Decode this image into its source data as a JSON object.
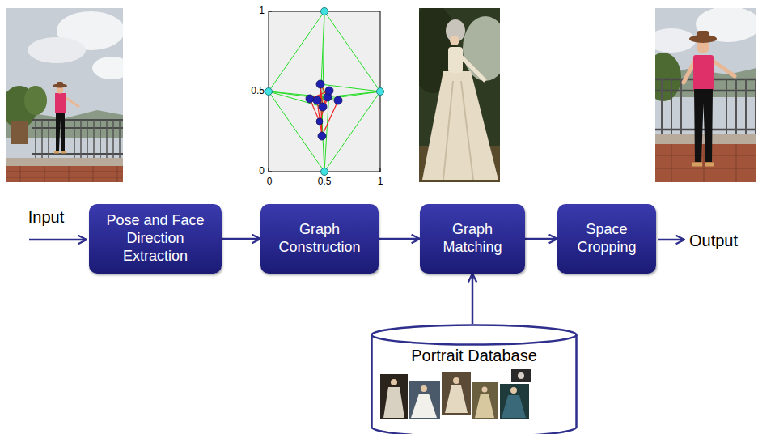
{
  "diagram": {
    "nodes": [
      {
        "text": [
          "Pose and Face Direction Extraction"
        ]
      },
      {
        "text": [
          "Graph Construction"
        ]
      },
      {
        "text": [
          "Graph Matching"
        ]
      },
      {
        "text": [
          "Space Cropping"
        ]
      },
      {
        "text": [
          "Portrait Database"
        ]
      }
    ],
    "edges": [
      {
        "from": 0,
        "to": 1,
        "arrow": "to"
      },
      {
        "from": 1,
        "to": 2,
        "arrow": "to"
      },
      {
        "from": 2,
        "to": 3,
        "arrow": "to"
      },
      {
        "from": 4,
        "to": 2,
        "arrow": "to"
      }
    ],
    "labels": [
      "1",
      "0.5",
      "0",
      "0",
      "0.5",
      "1",
      "Input",
      "Output"
    ]
  }
}
